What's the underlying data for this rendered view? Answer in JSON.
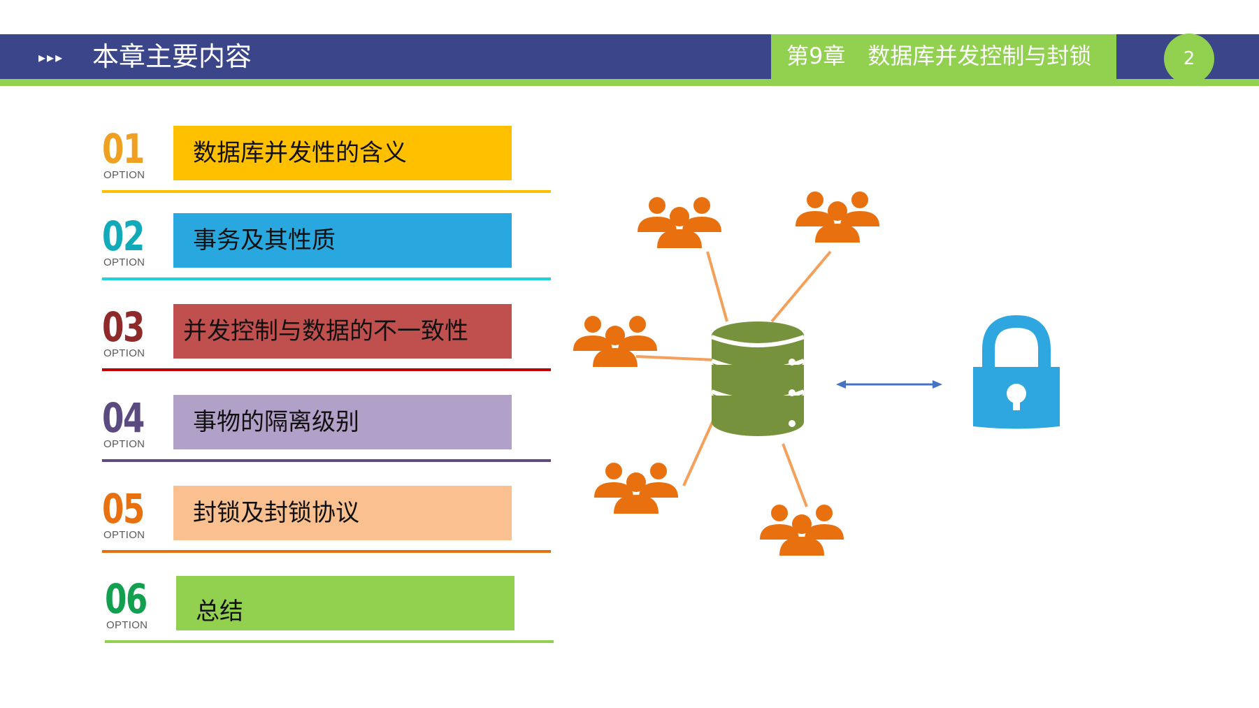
{
  "header": {
    "arrows": "▸▸▸",
    "title": "本章主要内容",
    "chapter": "第9章　数据库并发控制与封锁",
    "page_number": "2"
  },
  "colors": {
    "header_blue": "#3b4589",
    "accent_green": "#92d050",
    "people_orange": "#e8700e",
    "db_green": "#76923c",
    "lock_blue": "#2ea7e0"
  },
  "items": [
    {
      "num": "01",
      "option": "OPTION",
      "label": "数据库并发性的含义",
      "num_color": "#f0a020",
      "box_color": "#ffc000",
      "line_color": "#ffc000"
    },
    {
      "num": "02",
      "option": "OPTION",
      "label": "事务及其性质",
      "num_color": "#12a9b8",
      "box_color": "#29a8e0",
      "line_color": "#1dd3d8"
    },
    {
      "num": "03",
      "option": "OPTION",
      "label": "并发控制与数据的不一致性",
      "num_color": "#8e2a2a",
      "box_color": "#c0504d",
      "line_color": "#c00000"
    },
    {
      "num": "04",
      "option": "OPTION",
      "label": "事物的隔离级别",
      "num_color": "#5a4a80",
      "box_color": "#b1a0c7",
      "line_color": "#604a7b"
    },
    {
      "num": "05",
      "option": "OPTION",
      "label": "封锁及封锁协议",
      "num_color": "#e8700e",
      "box_color": "#fac090",
      "line_color": "#e8700e"
    },
    {
      "num": "06",
      "option": "OPTION",
      "label": "总结",
      "num_color": "#12a050",
      "box_color": "#92d050",
      "line_color": "#92d050"
    }
  ],
  "diagram": {
    "icons": [
      "people-group-icon",
      "database-icon",
      "lock-icon",
      "double-arrow-icon"
    ]
  }
}
